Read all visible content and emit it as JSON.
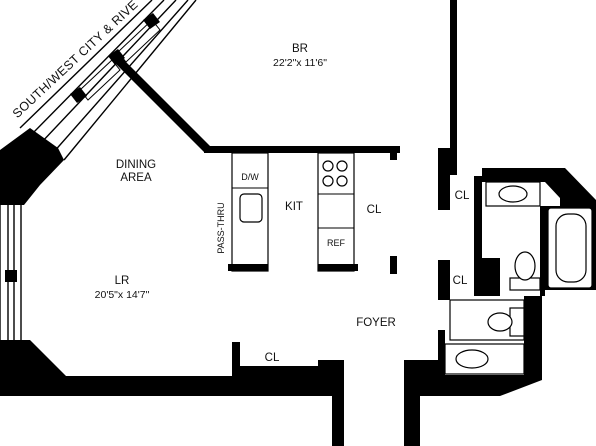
{
  "street": {
    "label": "SOUTH/WEST CITY & RIVE"
  },
  "rooms": {
    "bedroom": {
      "name": "BR",
      "size": "22'2\"x 11'6\""
    },
    "dining": {
      "name_line1": "DINING",
      "name_line2": "AREA"
    },
    "kitchen": {
      "name": "KIT"
    },
    "living": {
      "name": "LR",
      "size": "20'5\"x 14'7\""
    },
    "foyer": {
      "name": "FOYER"
    }
  },
  "closets": {
    "kitchen_closet": "CL",
    "bath_closet_upper": "CL",
    "bath_closet_lower": "CL",
    "living_closet": "CL"
  },
  "fixtures": {
    "dishwasher": "D/W",
    "refrigerator": "REF",
    "pass_thru": "PASS-THRU"
  },
  "colors": {
    "wall": "#000000",
    "background": "#ffffff"
  }
}
